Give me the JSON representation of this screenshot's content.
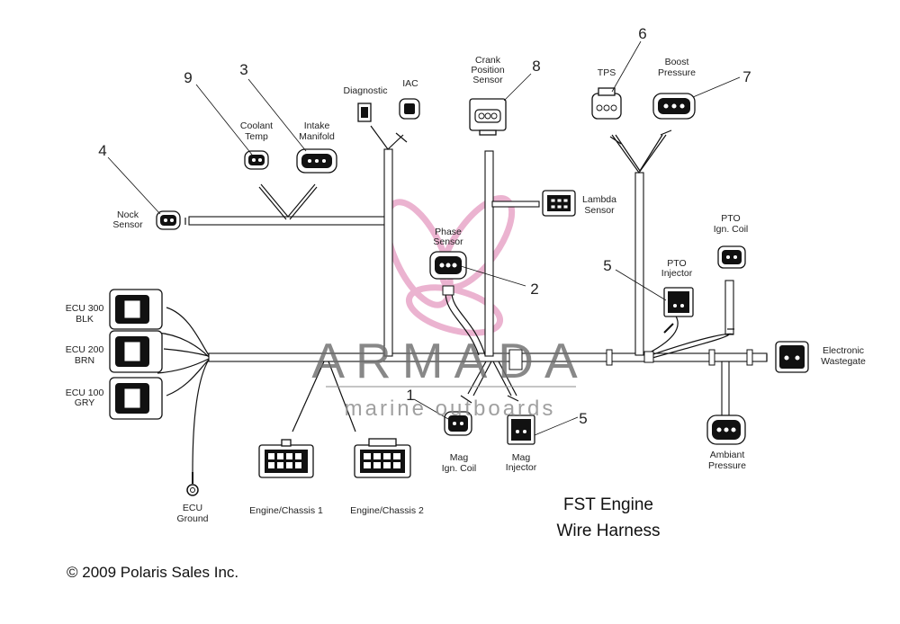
{
  "labels": {
    "diagnostic": "Diagnostic",
    "iac": "IAC",
    "crank_1": "Crank",
    "crank_2": "Position",
    "crank_3": "Sensor",
    "tps": "TPS",
    "boost_1": "Boost",
    "boost_2": "Pressure",
    "coolant_1": "Coolant",
    "coolant_2": "Temp",
    "intake_1": "Intake",
    "intake_2": "Manifold",
    "knock_1": "Nock",
    "knock_2": "Sensor",
    "lambda_1": "Lambda",
    "lambda_2": "Sensor",
    "phase_1": "Phase",
    "phase_2": "Sensor",
    "pto_coil_1": "PTO",
    "pto_coil_2": "Ign. Coil",
    "pto_inj_1": "PTO",
    "pto_inj_2": "Injector",
    "ecu300_1": "ECU 300",
    "ecu300_2": "BLK",
    "ecu200_1": "ECU 200",
    "ecu200_2": "BRN",
    "ecu100_1": "ECU 100",
    "ecu100_2": "GRY",
    "ewg_1": "Electronic",
    "ewg_2": "Wastegate",
    "mag_coil_1": "Mag",
    "mag_coil_2": "Ign. Coil",
    "mag_inj_1": "Mag",
    "mag_inj_2": "Injector",
    "ambient_1": "Ambiant",
    "ambient_2": "Pressure",
    "ecu_ground_1": "ECU",
    "ecu_ground_2": "Ground",
    "chassis1": "Engine/Chassis 1",
    "chassis2": "Engine/Chassis 2"
  },
  "callouts": {
    "c9": "9",
    "c3": "3",
    "c4": "4",
    "c8": "8",
    "c6": "6",
    "c7": "7",
    "c2": "2",
    "c5a": "5",
    "c1": "1",
    "c5b": "5"
  },
  "title_1": "FST Engine",
  "title_2": "Wire Harness",
  "copyright": "© 2009 Polaris Sales Inc.",
  "watermark": {
    "brand": "ARMADA",
    "tagline": "marine outboards",
    "logo_color": "#e8a6c8",
    "text_color": "#6e6e6e"
  }
}
